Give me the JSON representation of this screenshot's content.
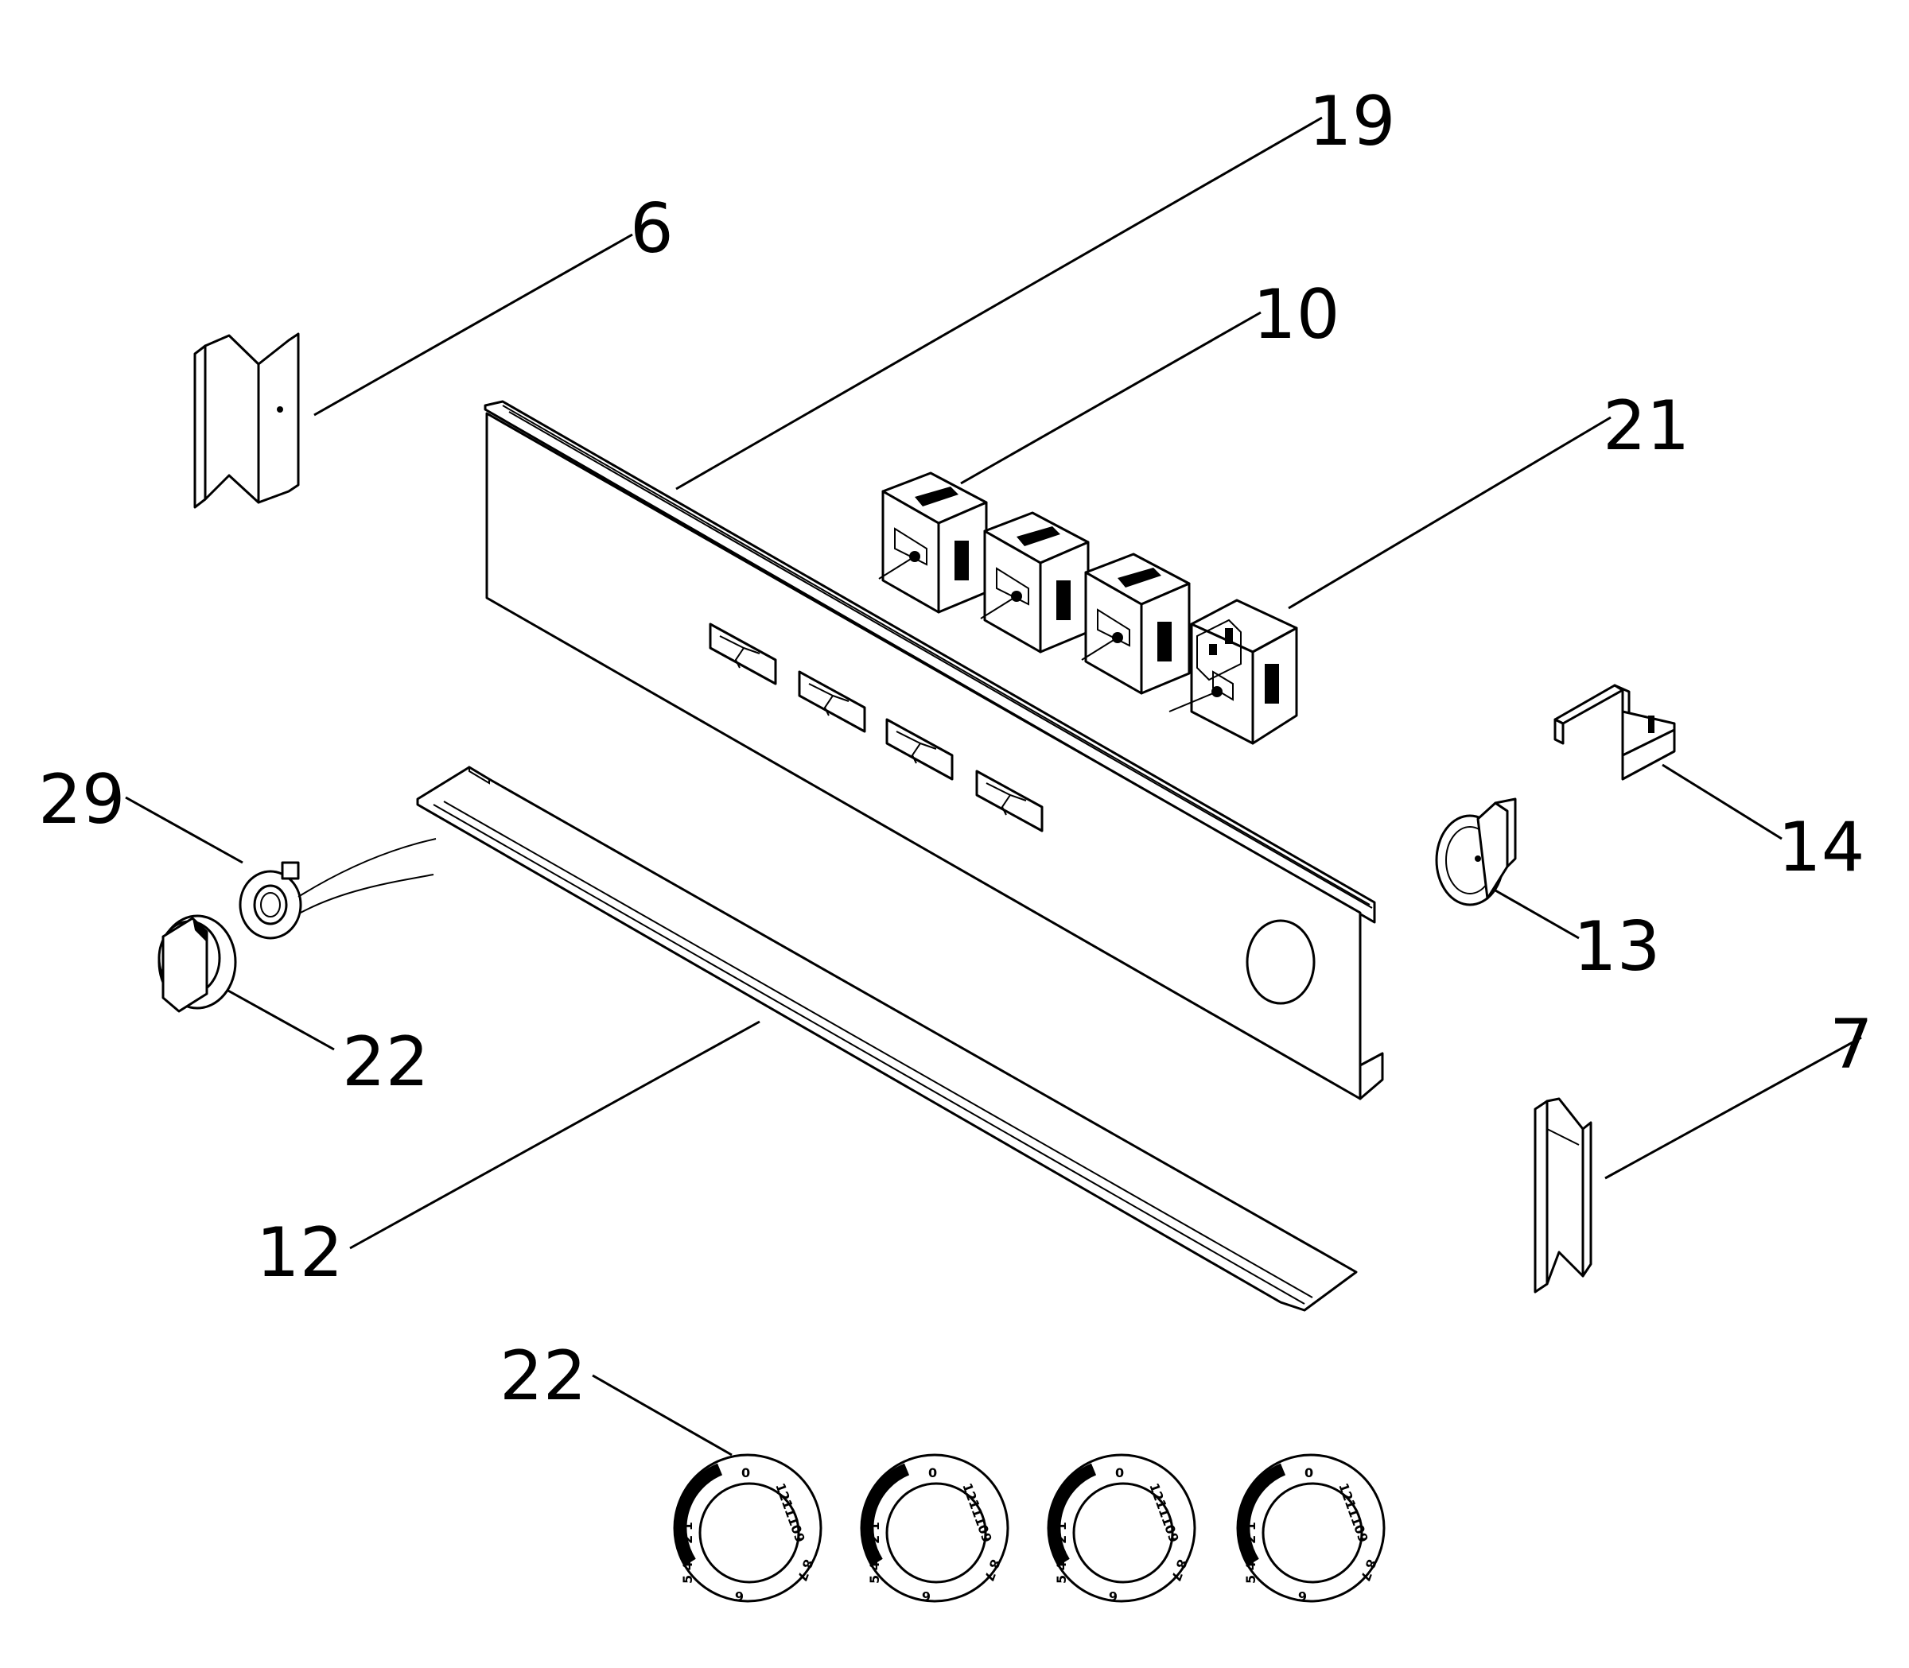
{
  "callouts": {
    "c19": "19",
    "c6": "6",
    "c10": "10",
    "c21": "21",
    "c29": "29",
    "c14": "14",
    "c13": "13",
    "c22a": "22",
    "c12": "12",
    "c7": "7",
    "c22b": "22"
  },
  "dial": {
    "zero": "0",
    "top_right": "1211109",
    "bottom_right": "8 7",
    "bottom": "6",
    "left": "5 4 3 2 1"
  }
}
